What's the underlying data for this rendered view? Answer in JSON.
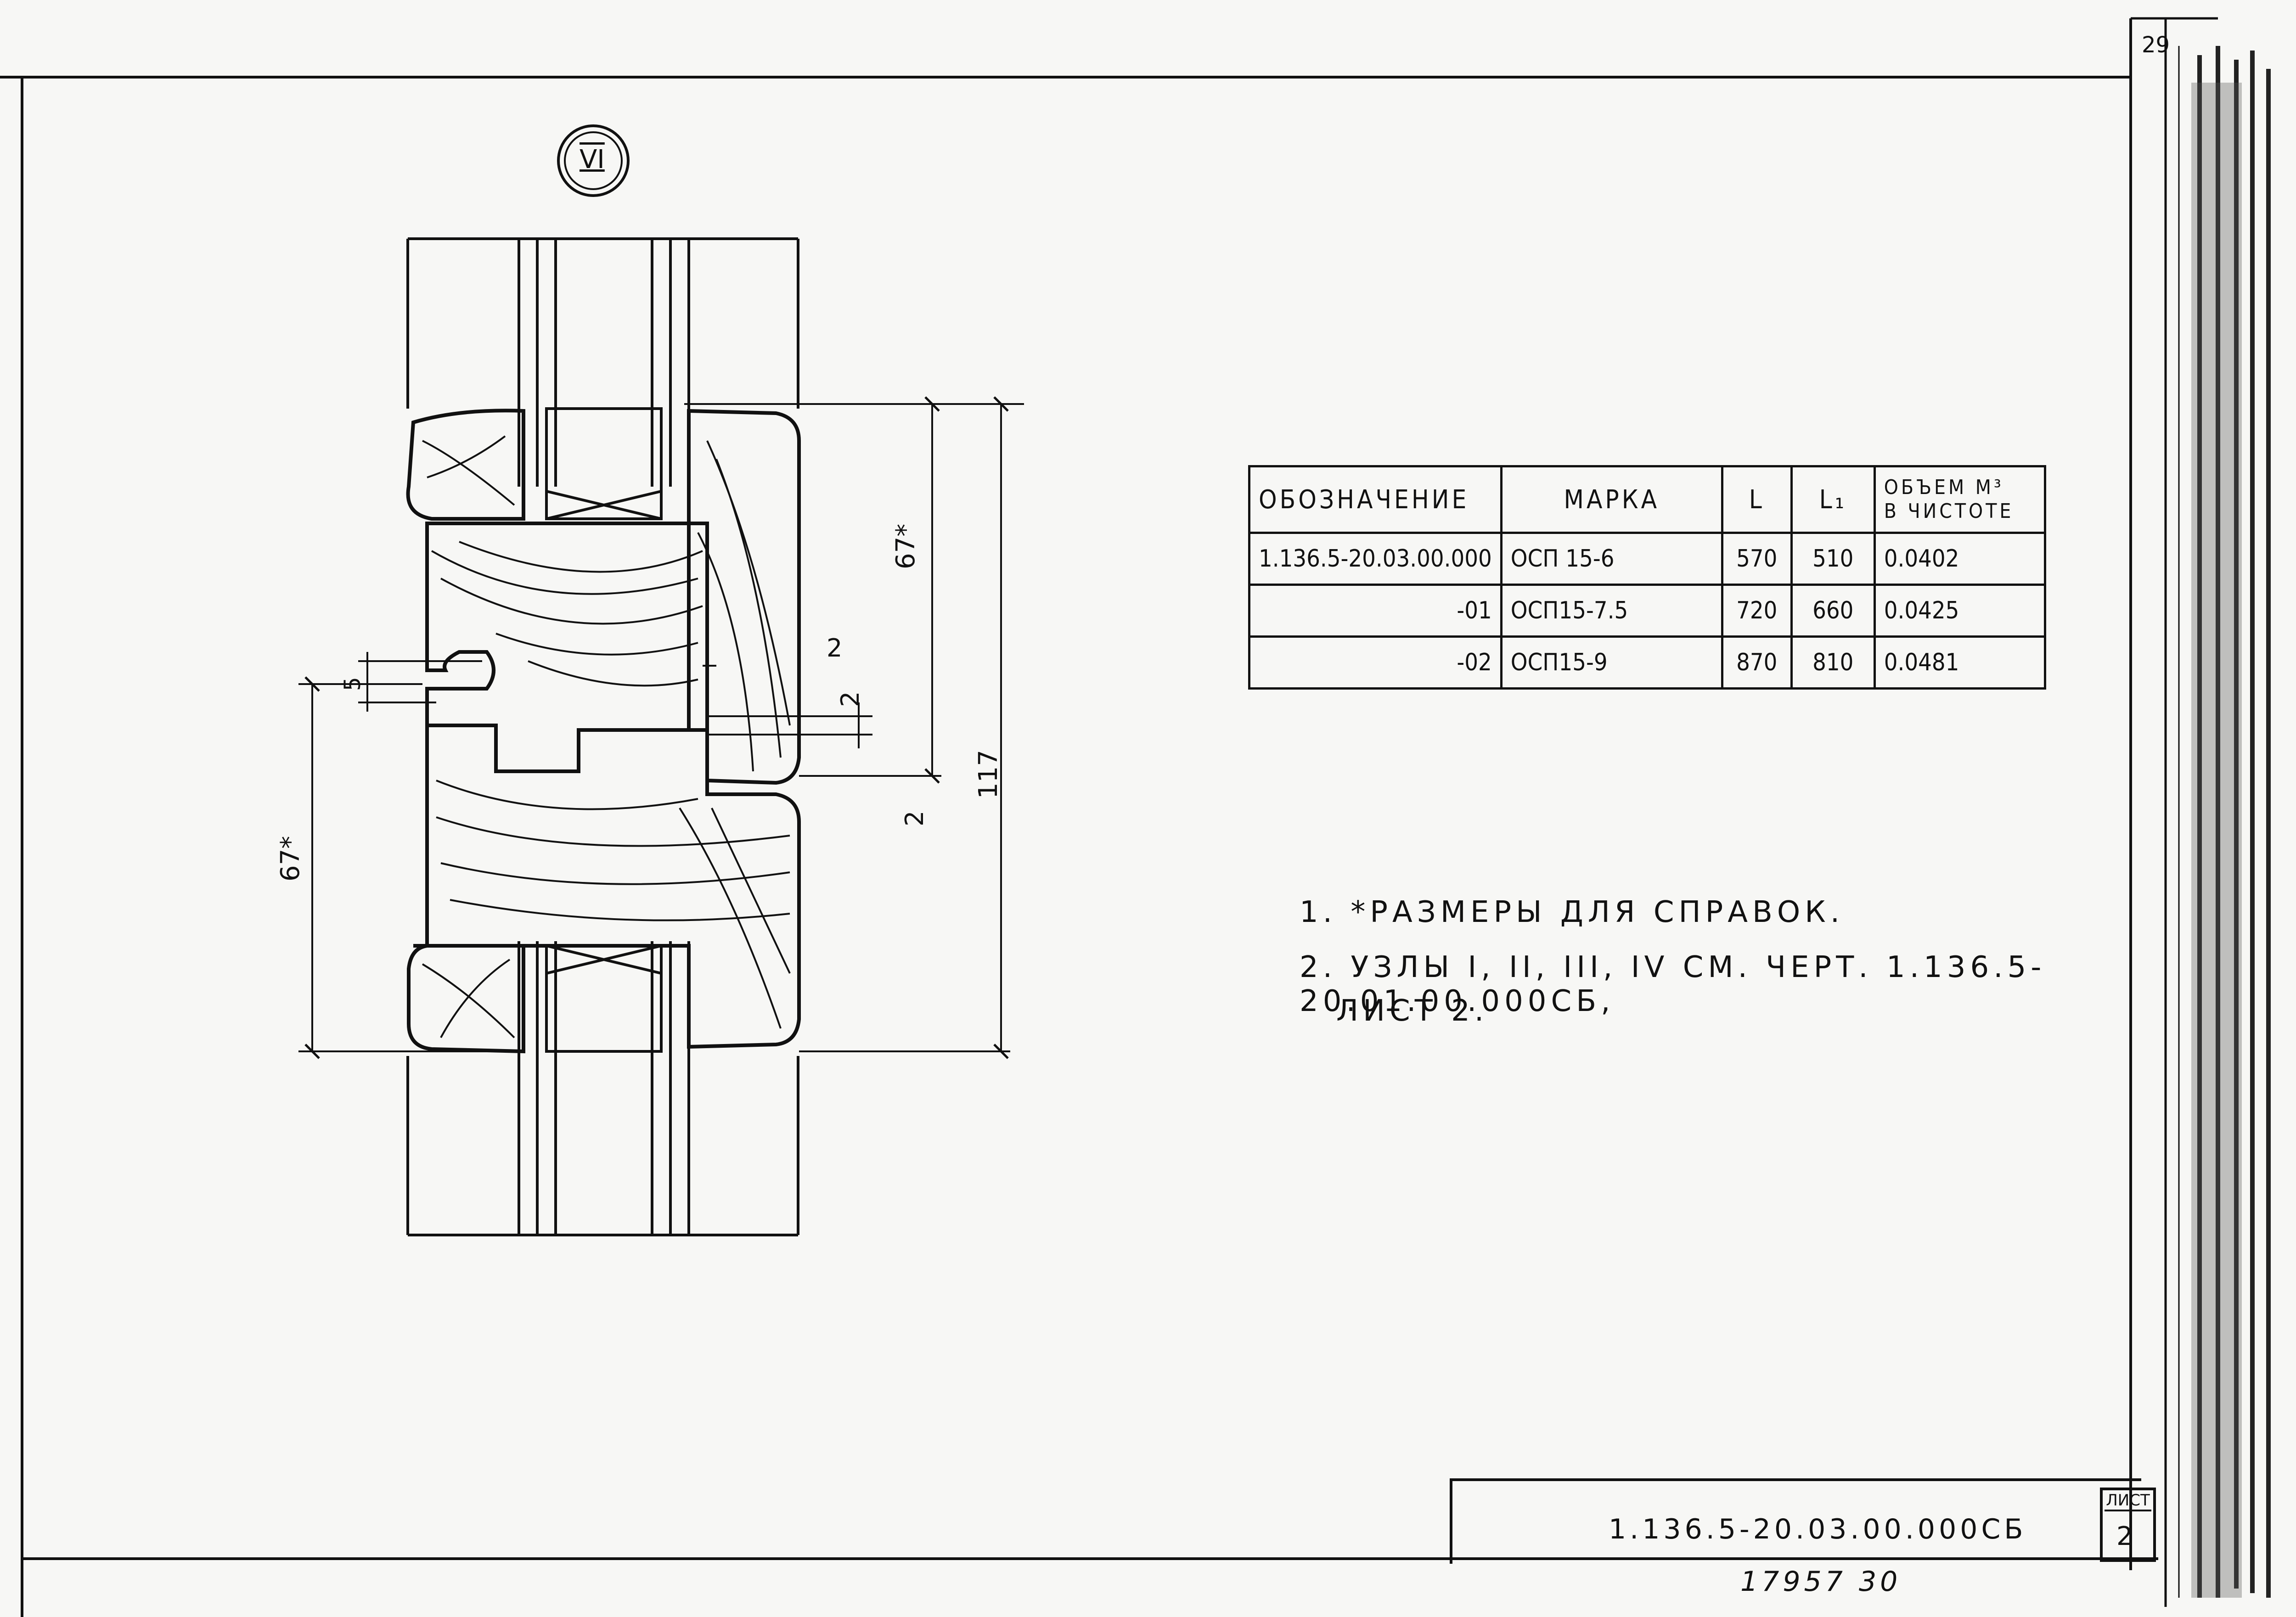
{
  "page_number": "29",
  "node_label": "VI",
  "dimensions": {
    "d67_top": "67*",
    "d117": "117",
    "d67_left": "67*",
    "d2_a": "2",
    "d2_b": "2",
    "d2_c": "2",
    "d5": "5"
  },
  "table": {
    "headers": [
      "ОБОЗНАЧЕНИЕ",
      "МАРКА",
      "L",
      "L₁",
      "ОБЪЕМ М³ В ЧИСТОТЕ"
    ],
    "header_volume_line1": "ОБЪЕМ М³",
    "header_volume_line2": "В ЧИСТОТЕ",
    "rows": [
      [
        "1.136.5-20.03.00.000",
        "ОСП 15-6",
        "570",
        "510",
        "0.0402"
      ],
      [
        "-01",
        "ОСП15-7.5",
        "720",
        "660",
        "0.0425"
      ],
      [
        "-02",
        "ОСП15-9",
        "870",
        "810",
        "0.0481"
      ]
    ]
  },
  "notes": {
    "note1": "1. *РАЗМЕРЫ ДЛЯ СПРАВОК.",
    "note2": "2. УЗЛЫ I, II, III, IV СМ. ЧЕРТ. 1.136.5-20.01.00.000СБ,",
    "note2b": "ЛИСТ 2."
  },
  "title_block": {
    "code": "1.136.5-20.03.00.000СБ",
    "sheet_label": "ЛИСТ",
    "sheet_number": "2"
  },
  "archive_number": "17957  30"
}
